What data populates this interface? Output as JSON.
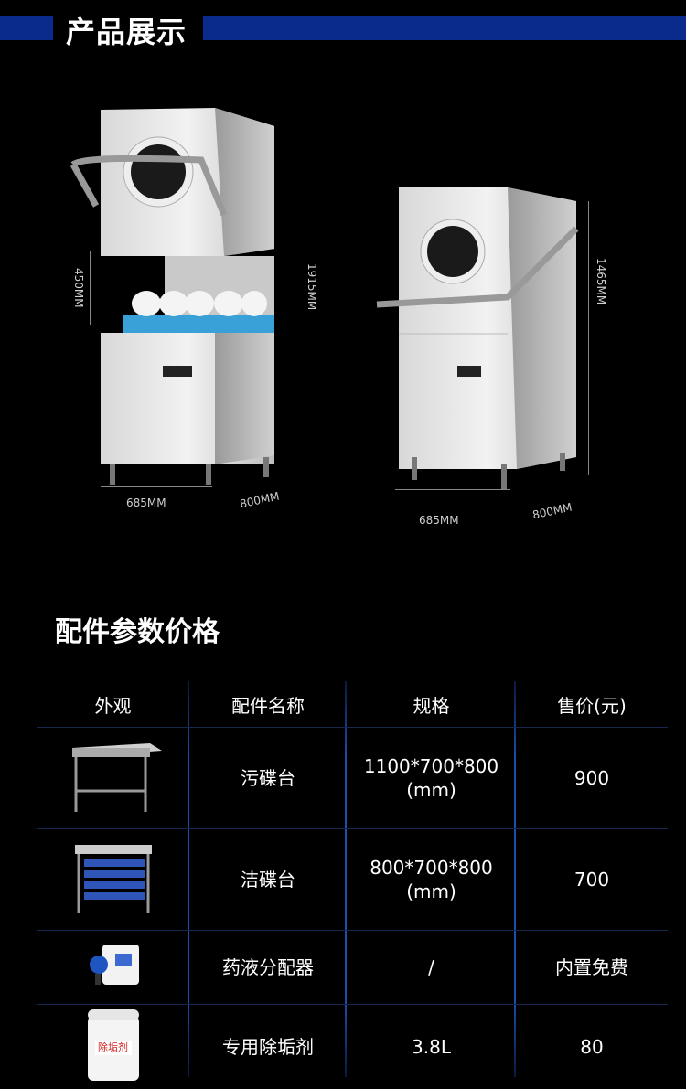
{
  "header": {
    "title": "产品展示"
  },
  "product_left": {
    "width": "685MM",
    "depth": "800MM",
    "height": "1915MM",
    "opening": "450MM"
  },
  "product_right": {
    "width": "685MM",
    "depth": "800MM",
    "height": "1465MM"
  },
  "accessories": {
    "title": "配件参数价格",
    "columns": [
      "外观",
      "配件名称",
      "规格",
      "售价(元)"
    ],
    "rows": [
      {
        "name": "污碟台",
        "spec_1": "1100*700*800",
        "spec_2": "(mm)",
        "price": "900"
      },
      {
        "name": "洁碟台",
        "spec_1": "800*700*800",
        "spec_2": "(mm)",
        "price": "700"
      },
      {
        "name": "药液分配器",
        "spec_1": "/",
        "spec_2": "",
        "price": "内置免费"
      },
      {
        "name": "专用除垢剂",
        "spec_1": "3.8L",
        "spec_2": "",
        "price": "80",
        "label": "除垢剂"
      }
    ]
  }
}
